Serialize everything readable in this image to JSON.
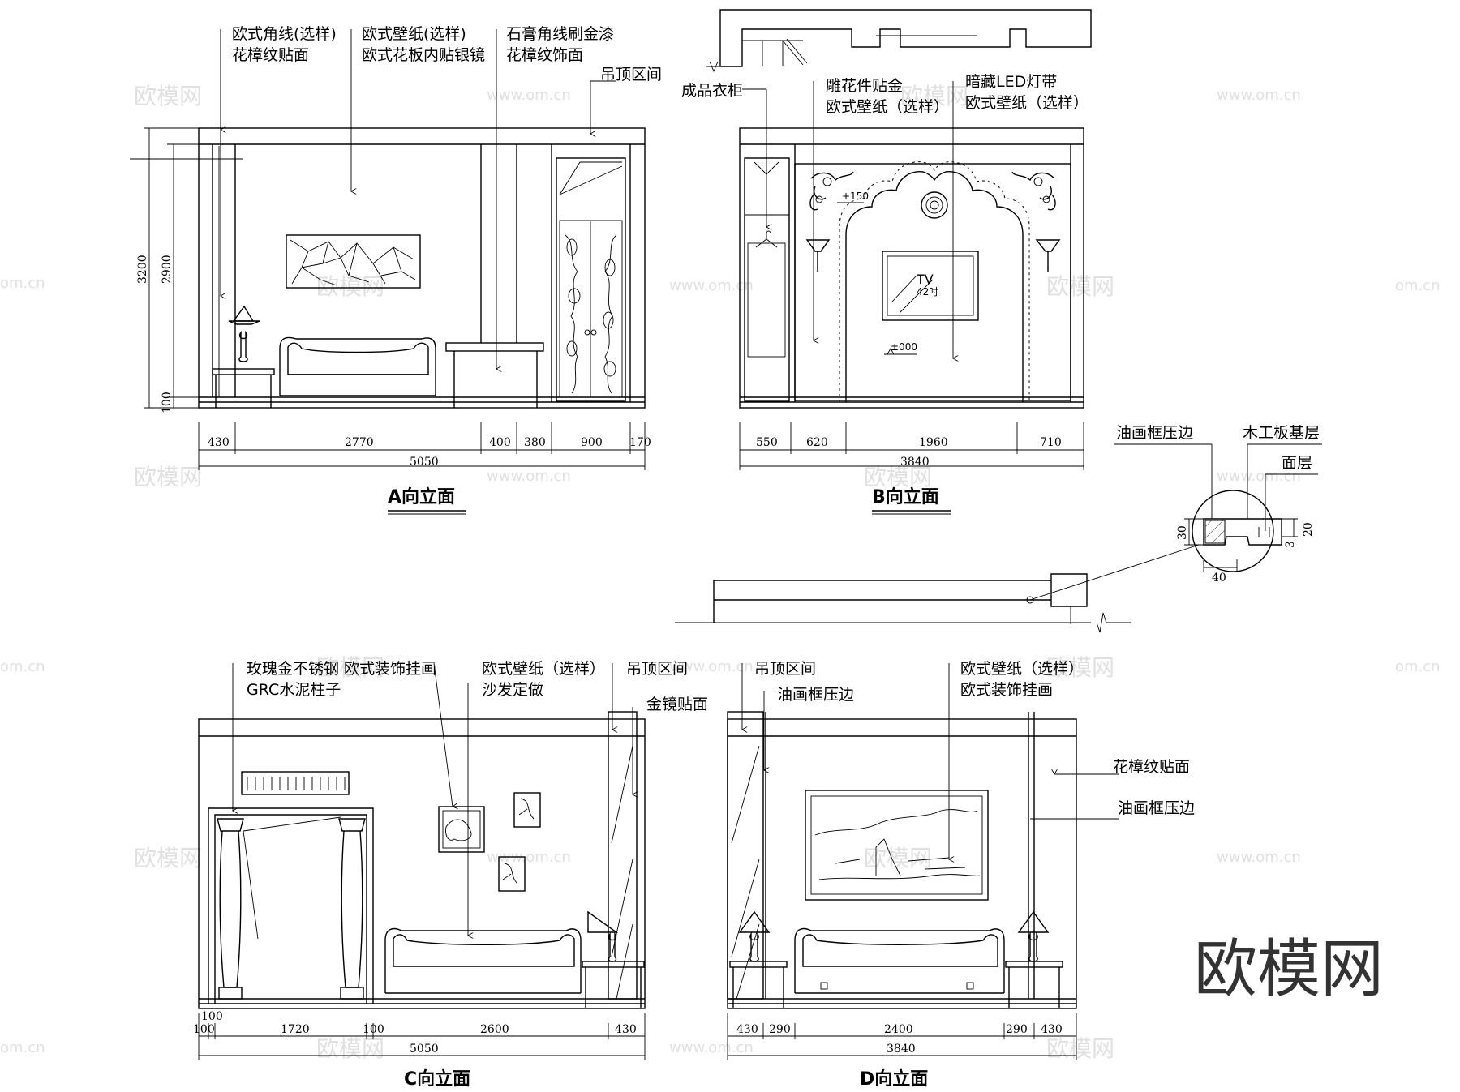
{
  "watermark": {
    "brand": "欧模网",
    "url": "www.om.cn",
    "url_short": "om.cn"
  },
  "logo": "欧模网",
  "panelA": {
    "title": "A向立面",
    "labels": [
      "欧式角线(选样)",
      "花樟纹贴面",
      "欧式壁纸(选样)",
      "欧式花板内贴银镜",
      "石膏角线刷金漆",
      "花樟纹饰面",
      "吊顶区间"
    ],
    "vdims": [
      "3200",
      "2900",
      "100"
    ],
    "dims": [
      "430",
      "2770",
      "400",
      "380",
      "900",
      "170"
    ],
    "total": "5050"
  },
  "panelB": {
    "title": "B向立面",
    "labels": [
      "成品衣柜",
      "雕花件贴金",
      "欧式壁纸（选样）",
      "暗藏LED灯带",
      "欧式壁纸（选样）"
    ],
    "tv": "TV",
    "tv_size": "42吋",
    "level_top": "+150",
    "level_zero": "±000",
    "dims": [
      "550",
      "620",
      "1960",
      "710"
    ],
    "total": "3840"
  },
  "detail": {
    "labels": [
      "油画框压边",
      "木工板基层",
      "面层"
    ],
    "dims": [
      "30",
      "20",
      "3",
      "40"
    ]
  },
  "panelC": {
    "title": "C向立面",
    "labels": [
      "玫瑰金不锈钢 欧式装饰挂画",
      "GRC水泥柱子",
      "欧式壁纸（选样）",
      "沙发定做",
      "吊顶区间",
      "金镜贴面"
    ],
    "dims": [
      "100",
      "100",
      "1720",
      "100",
      "2600",
      "430"
    ],
    "total": "5050"
  },
  "panelD": {
    "title": "D向立面",
    "labels": [
      "吊顶区间",
      "油画框压边",
      "欧式壁纸（选样）",
      "欧式装饰挂画",
      "花樟纹贴面",
      "油画框压边"
    ],
    "dims": [
      "430",
      "290",
      "2400",
      "290",
      "430"
    ],
    "total": "3840"
  }
}
